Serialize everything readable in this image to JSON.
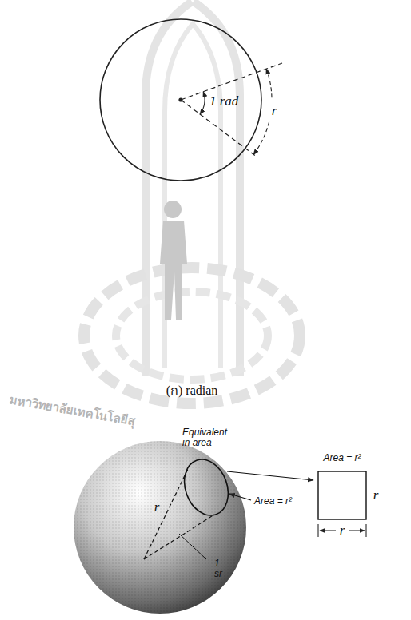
{
  "diagram": {
    "labels": [
      "1 rad",
      "r",
      "(ก) radian",
      "Equivalent in area",
      "Area = r²",
      "r",
      "r",
      "Area = r²",
      "r",
      "1 sr",
      "มหาวิทยาลัยเทคโนโลยีสุ"
    ]
  }
}
